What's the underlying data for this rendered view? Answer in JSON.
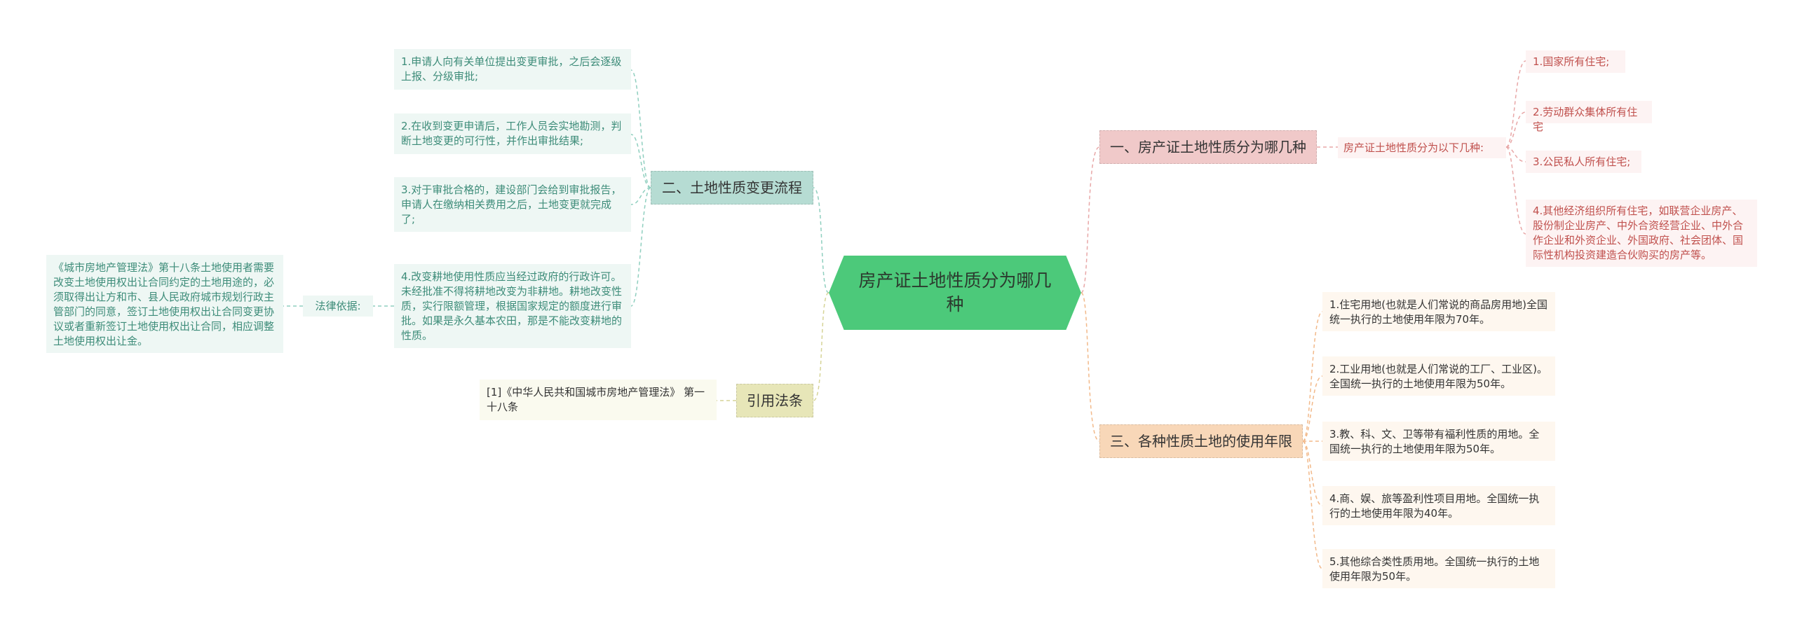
{
  "root": {
    "title": "房产证土地性质分为哪几种"
  },
  "branches": {
    "b1": {
      "label": "一、房产证土地性质分为哪几种",
      "mid": "房产证土地性质分为以下几种:",
      "items": [
        "1.国家所有住宅;",
        "2.劳动群众集体所有住宅",
        "3.公民私人所有住宅;",
        "4.其他经济组织所有住宅，如联营企业房产、股份制企业房产、中外合资经营企业、中外合作企业和外资企业、外国政府、社会团体、国际性机构投资建造合伙购买的房产等。"
      ]
    },
    "b2": {
      "label": "二、土地性质变更流程",
      "items": [
        "1.申请人向有关单位提出变更审批，之后会逐级上报、分级审批;",
        "2.在收到变更申请后，工作人员会实地勘测，判断土地变更的可行性，并作出审批结果;",
        "3.对于审批合格的，建设部门会给到审批报告，申请人在缴纳相关费用之后，土地变更就完成了;",
        "4.改变耕地使用性质应当经过政府的行政许可。未经批准不得将耕地改变为非耕地。耕地改变性质，实行限额管理，根据国家规定的额度进行审批。如果是永久基本农田，那是不能改变耕地的性质。"
      ],
      "law_label": "法律依据:",
      "law_text": "《城市房地产管理法》第十八条土地使用者需要改变土地使用权出让合同约定的土地用途的，必须取得出让方和市、县人民政府城市规划行政主管部门的同意，签订土地使用权出让合同变更协议或者重新签订土地使用权出让合同，相应调整土地使用权出让金。"
    },
    "b3": {
      "label": "三、各种性质土地的使用年限",
      "items": [
        "1.住宅用地(也就是人们常说的商品房用地)全国统一执行的土地使用年限为70年。",
        "2.工业用地(也就是人们常说的工厂、工业区)。全国统一执行的土地使用年限为50年。",
        "3.教、科、文、卫等带有福利性质的用地。全国统一执行的土地使用年限为50年。",
        "4.商、娱、旅等盈利性项目用地。全国统一执行的土地使用年限为40年。",
        "5.其他综合类性质用地。全国统一执行的土地使用年限为50年。"
      ]
    },
    "b4": {
      "label": "引用法条",
      "items": [
        "[1]《中华人民共和国城市房地产管理法》 第一十八条"
      ]
    }
  },
  "colors": {
    "root": "#4cc97a",
    "b1_header": "#f0c9c9",
    "b1_leaf": "#fdf3f3",
    "b1_text": "#c0504d",
    "b2_header": "#b6dcd3",
    "b2_leaf": "#eef7f4",
    "b2_text": "#3d8c79",
    "b3_header": "#f8d7b8",
    "b3_leaf": "#fef7ef",
    "b4_header": "#e7e6b8",
    "b4_leaf": "#fafaef",
    "text_dark": "#333333"
  }
}
